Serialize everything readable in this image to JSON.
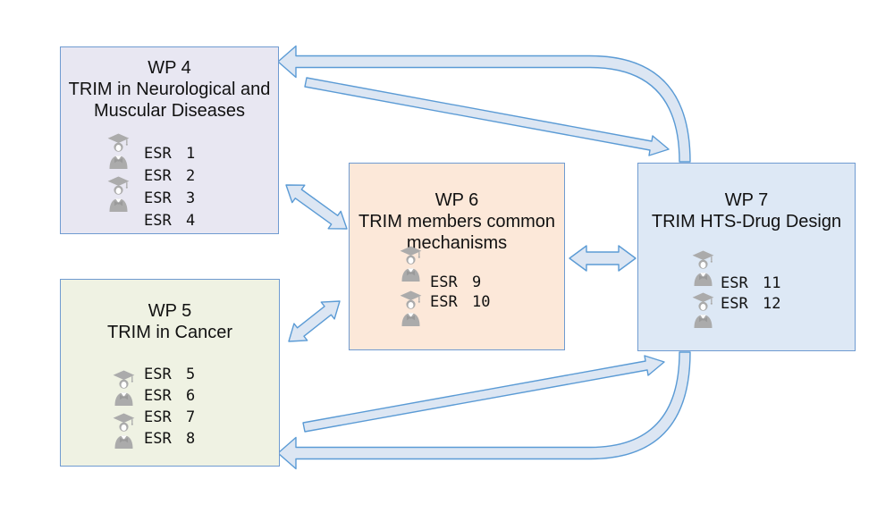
{
  "colors": {
    "box_stroke": "#6f9bd1",
    "arrow_stroke": "#5b9bd5",
    "arrow_fill": "#dce6f3",
    "wp4_fill": "#e8e7f2",
    "wp5_fill": "#eff2e3",
    "wp6_fill": "#fce8d9",
    "wp7_fill": "#dde8f5",
    "icon_gray": "#ababab",
    "icon_gray_dark": "#9a9a9a",
    "text_color": "#111111"
  },
  "boxes": [
    {
      "id": "wp4",
      "title": "WP 4",
      "subtitle": "TRIM in Neurological and Muscular Diseases",
      "esrs": [
        {
          "label": "ESR",
          "num": "1"
        },
        {
          "label": "ESR",
          "num": "2"
        },
        {
          "label": "ESR",
          "num": "3"
        },
        {
          "label": "ESR",
          "num": "4"
        }
      ]
    },
    {
      "id": "wp5",
      "title": "WP 5",
      "subtitle": "TRIM in Cancer",
      "esrs": [
        {
          "label": "ESR",
          "num": "5"
        },
        {
          "label": "ESR",
          "num": "6"
        },
        {
          "label": "ESR",
          "num": "7"
        },
        {
          "label": "ESR",
          "num": "8"
        }
      ]
    },
    {
      "id": "wp6",
      "title": "WP 6",
      "subtitle": "TRIM members common mechanisms",
      "esrs": [
        {
          "label": "ESR",
          "num": "9"
        },
        {
          "label": "ESR",
          "num": "10"
        }
      ]
    },
    {
      "id": "wp7",
      "title": "WP 7",
      "subtitle": "TRIM HTS-Drug Design",
      "esrs": [
        {
          "label": "ESR",
          "num": "11"
        },
        {
          "label": "ESR",
          "num": "12"
        }
      ]
    }
  ],
  "arrows": [
    {
      "from": "WP 7",
      "to": "WP 4",
      "style": "curved",
      "direction": "one-way"
    },
    {
      "from": "WP 4",
      "to": "WP 7",
      "style": "straight",
      "direction": "one-way"
    },
    {
      "from": "WP 4",
      "to": "WP 6",
      "style": "straight",
      "direction": "two-way"
    },
    {
      "from": "WP 5",
      "to": "WP 6",
      "style": "straight",
      "direction": "two-way"
    },
    {
      "from": "WP 6",
      "to": "WP 7",
      "style": "straight",
      "direction": "two-way"
    },
    {
      "from": "WP 5",
      "to": "WP 7",
      "style": "straight",
      "direction": "one-way"
    },
    {
      "from": "WP 7",
      "to": "WP 5",
      "style": "curved",
      "direction": "one-way"
    }
  ],
  "icons": {
    "esr_icon": "graduate-student-icon"
  }
}
